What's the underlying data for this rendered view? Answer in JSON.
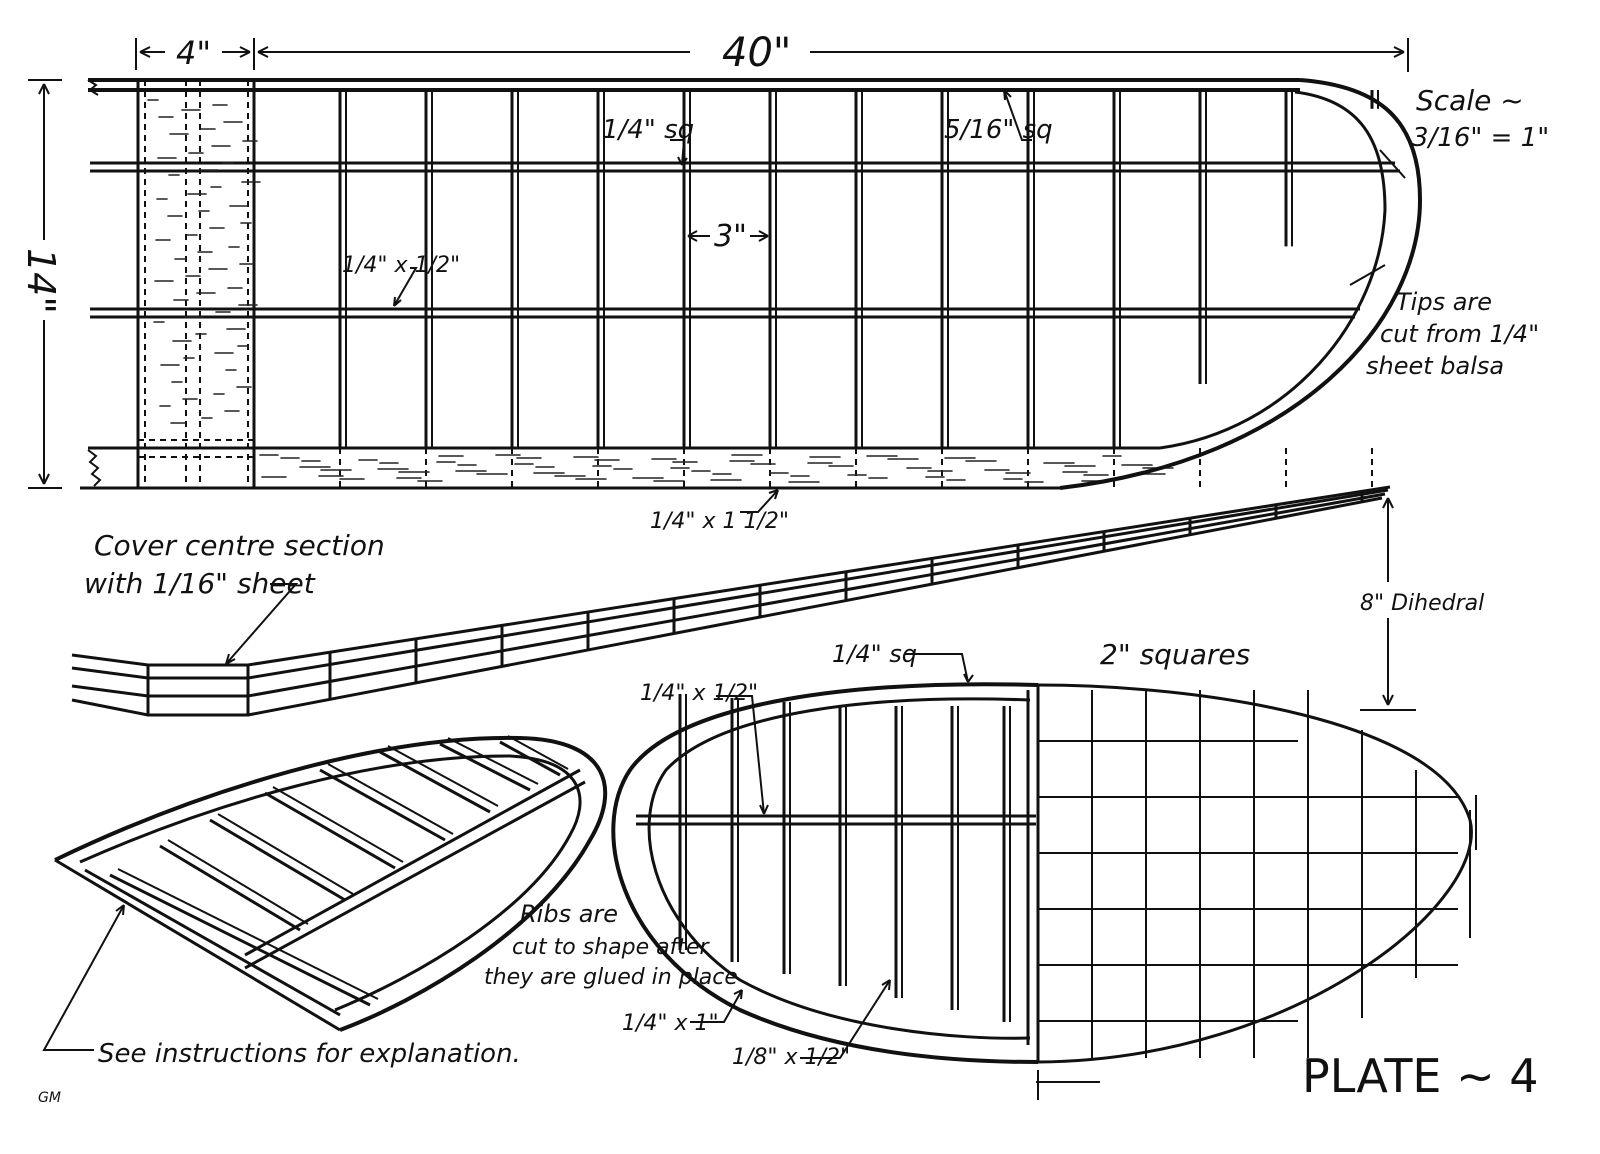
{
  "drawing": {
    "plan_view": {
      "dim_center": "4\"",
      "dim_span": "40\"",
      "dim_chord": "14\"",
      "spar_label": "1/4\" sq",
      "spar2_label": "5/16\" sq",
      "rib_spacing": "3\"",
      "rib_label": "1/4\" x 1/2\"",
      "trailing_edge_label": "1/4\" x 1 1/2\""
    },
    "scale_note": {
      "line1": "Scale ~",
      "line2": "3/16\" = 1\""
    },
    "tips_note": {
      "line1": "Tips are",
      "line2": "cut from 1/4\"",
      "line3": "sheet balsa"
    },
    "front_view": {
      "cover_line1": "Cover centre section",
      "cover_line2": "with 1/16\" sheet",
      "dihedral": "8\" Dihedral"
    },
    "tail_view": {
      "spar_label": "1/4\" sq",
      "rib_label": "1/4\" x 1/2\"",
      "grid_label": "2\" squares",
      "edge_label": "1/4\" x 1\"",
      "rib2_label": "1/8\" x 1/2\""
    },
    "ribs_note": {
      "line1": "Ribs are",
      "line2": "cut to shape after",
      "line3": "they are glued in place"
    },
    "instructions": "See instructions for explanation.",
    "plate_title": "PLATE ~ 4",
    "initials": "GM"
  }
}
